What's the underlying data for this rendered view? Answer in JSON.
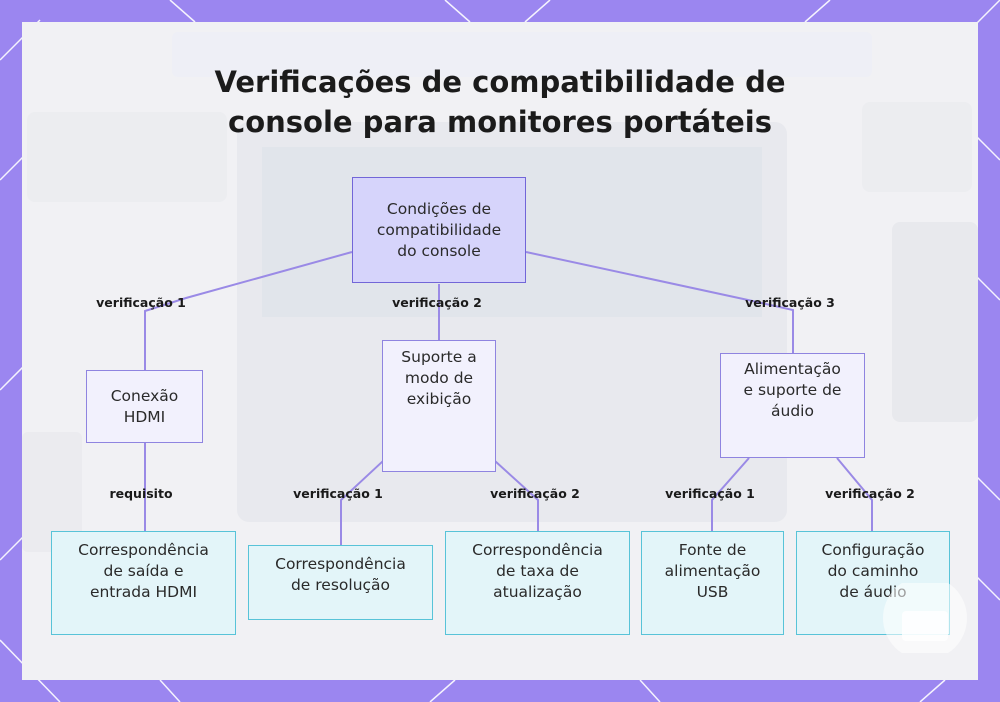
{
  "title": "Verificações de compatibilidade de\nconsole para monitores portáteis",
  "nodes": {
    "root": "Condições de\ncompatibilidade\ndo console",
    "hdmi": "Conexão\nHDMI",
    "display": "Suporte a\nmodo de\nexibição",
    "power": "Alimentação\ne suporte de\náudio",
    "io_match": "Correspondência\nde saída e\nentrada HDMI",
    "resolution": "Correspondência\nde resolução",
    "refresh": "Correspondência\nde taxa de\natualização",
    "usb": "Fonte de\nalimentação\nUSB",
    "audio_path": "Configuração\ndo caminho\nde áudio"
  },
  "edge_labels": {
    "check1": "verificação 1",
    "check2": "verificação 2",
    "check3": "verificação 3",
    "requirement": "requisito",
    "display_check1": "verificação 1",
    "display_check2": "verificação 2",
    "power_check1": "verificação 1",
    "power_check2": "verificação 2"
  },
  "colors": {
    "frame": "#9b86f0",
    "root_fill": "#d6d4fb",
    "root_stroke": "#7266d8",
    "mid_fill": "#f2f1fd",
    "leaf_fill": "#e3f5f9",
    "leaf_stroke": "#58c3d8",
    "connector": "#9a8ae6"
  }
}
